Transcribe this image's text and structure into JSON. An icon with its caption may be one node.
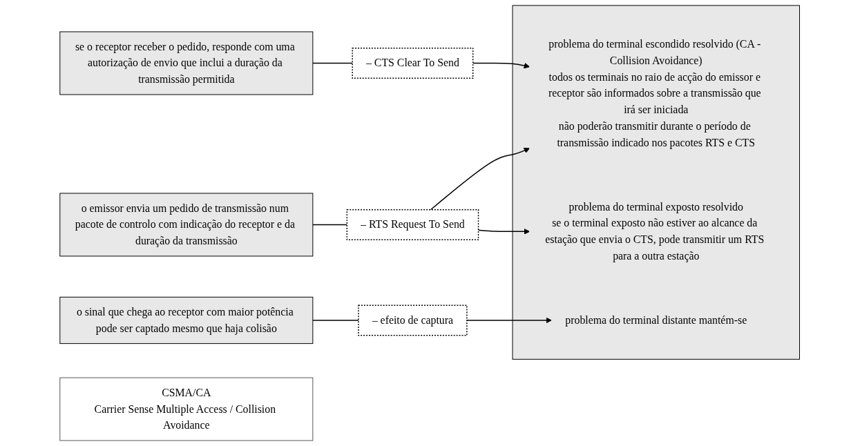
{
  "diagram": {
    "nodes": [
      {
        "text": [
          "– RTS Request To Send"
        ]
      },
      {
        "text": [
          "o emissor envia um pedido de transmissão num pacote de controlo com indicação do receptor e da duração da transmissão"
        ]
      },
      {
        "text": [
          "– CTS Clear To Send"
        ]
      },
      {
        "text": [
          "se o receptor receber o pedido, responde com uma autorização de envio que inclui a duração da transmissão permitida"
        ]
      },
      {
        "text": [
          "– efeito de captura"
        ]
      },
      {
        "text": [
          "o sinal que chega ao receptor com maior potência pode ser captado mesmo que haja colisão"
        ]
      },
      {
        "text": [],
        "shape": "box"
      },
      {
        "text": [
          "problema do terminal escondido resolvido (CA - Collision Avoidance)",
          "todos os terminais no raio de acção do emissor e receptor são informados sobre a transmissão que irá ser iniciada",
          "não poderão transmitir durante o período de transmissão indicado nos pacotes RTS e CTS"
        ],
        "in": 6
      },
      {
        "text": [
          "problema do terminal exposto resolvido",
          "se o terminal exposto não estiver ao alcance da estação que envia o CTS, pode transmitir um RTS para a outra estação"
        ],
        "in": 6
      },
      {
        "text": [
          "problema do terminal distante mantém-se"
        ],
        "in": 6
      },
      {
        "text": [
          "CSMA/CA",
          "Carrier Sense Multiple Access / Collision Avoidance"
        ]
      }
    ],
    "edges": [
      {
        "from": 1,
        "to": 0,
        "arrow": "none"
      },
      {
        "from": 3,
        "to": 2,
        "arrow": "none"
      },
      {
        "from": 5,
        "to": 4,
        "arrow": "none"
      },
      {
        "from": 2,
        "to": 7,
        "arrow": "to"
      },
      {
        "from": 0,
        "to": 7,
        "arrow": "to"
      },
      {
        "from": 0,
        "to": 8,
        "arrow": "to"
      },
      {
        "from": 4,
        "to": 9,
        "arrow": "to"
      }
    ]
  }
}
